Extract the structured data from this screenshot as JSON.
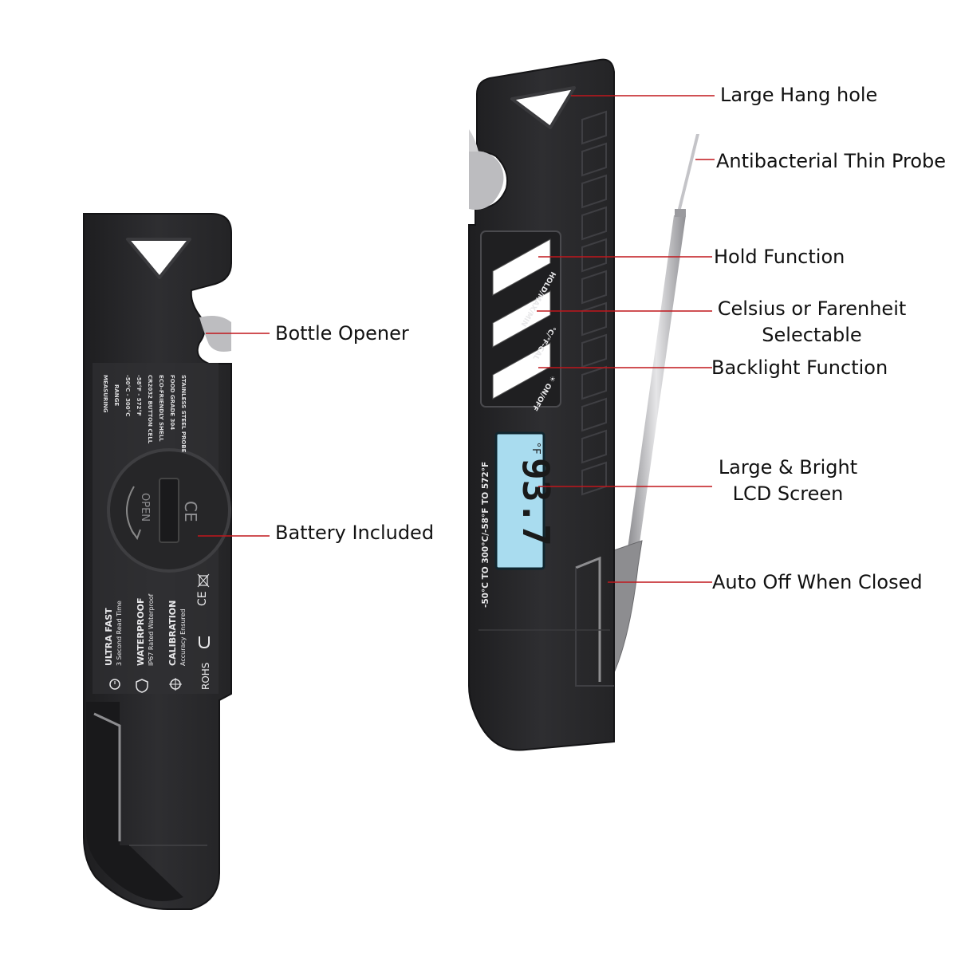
{
  "colors": {
    "body": "#2a2a2c",
    "body_edge": "#3d3d40",
    "leader": "#c0161c",
    "text": "#111111",
    "lcd": "#a9dcef",
    "lcd_digits": "#1a1a1a",
    "probe": "#b9b9bd",
    "hinge": "#8d8d90"
  },
  "callouts": {
    "bottle_opener": "Bottle Opener",
    "battery_included": "Battery Included",
    "large_hang_hole": "Large Hang hole",
    "antibacterial_probe": "Antibacterial Thin Probe",
    "hold_function": "Hold Function",
    "celsius_line1": "Celsius or Farenheit",
    "celsius_line2": "Selectable",
    "backlight_function": "Backlight Function",
    "lcd_line1": "Large & Bright",
    "lcd_line2": "LCD Screen",
    "auto_off": "Auto Off When Closed"
  },
  "back_label": {
    "measuring": "MEASURING",
    "range": "RANGE",
    "range_c": "-50°C - 300°C",
    "range_f": "-58°F - 572°F",
    "battery": "CR2032 BUTTON CELL",
    "shell": "ECO-FRIENDLY SHELL",
    "food_grade": "FOOD GRADE 304",
    "probe": "STAINLESS STEEL PROBE",
    "open": "OPEN",
    "ce": "CE",
    "ultra_fast": "ULTRA FAST",
    "ultra_fast_sub": "3 Second Read Time",
    "waterproof": "WATERPROOF",
    "waterproof_sub": "IP67 Rated Waterproof",
    "calibration": "CALIBRATION",
    "calibration_sub": "Accuracy Ensured",
    "rohs": "ROHS"
  },
  "front_label": {
    "btn_hold": "HOLD/MAX/MIN",
    "btn_cal": "°C/°F-CAL",
    "btn_power": "☀ ON/OFF",
    "range_text": "-50°C TO 300°C/-58°F TO 572°F",
    "reading": "93.7",
    "unit": "°F"
  },
  "icons": [
    "stopwatch-icon",
    "shield-drop-icon",
    "crosshair-icon",
    "ce-mark-icon",
    "ukca-mark-icon",
    "weee-bin-icon",
    "sun-icon"
  ]
}
